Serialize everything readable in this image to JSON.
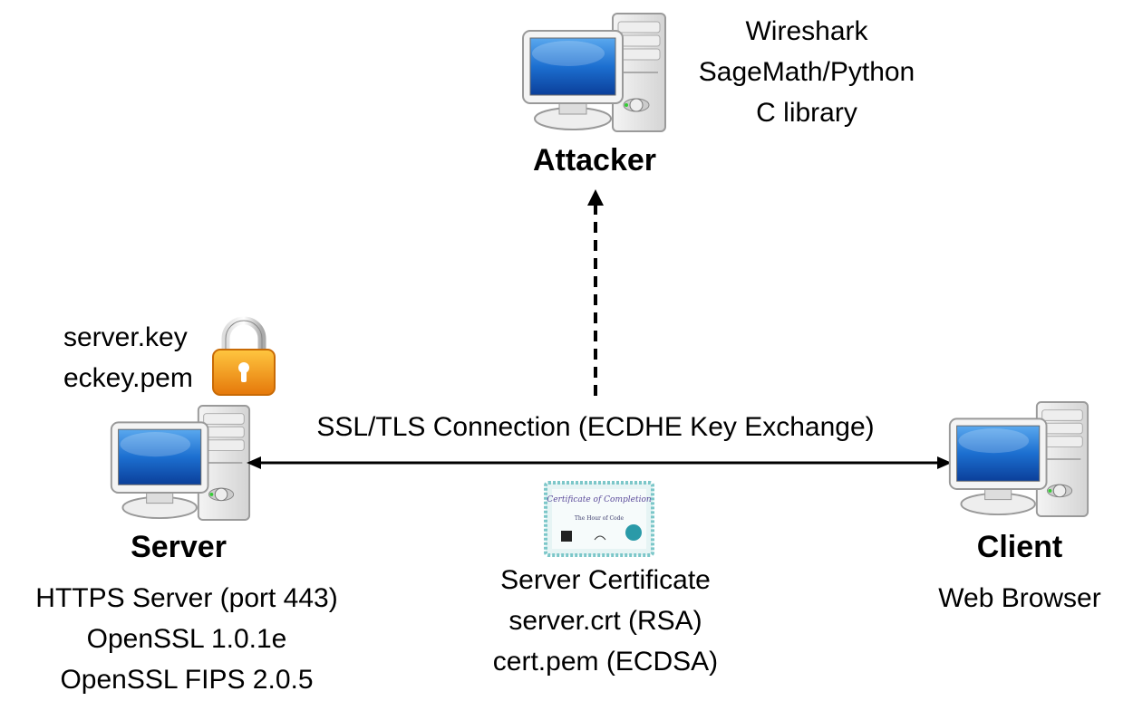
{
  "attacker": {
    "label": "Attacker",
    "tools": [
      "Wireshark",
      "SageMath/Python",
      "C library"
    ]
  },
  "server": {
    "label": "Server",
    "keys": [
      "server.key",
      "eckey.pem"
    ],
    "details": [
      "HTTPS Server (port 443)",
      "OpenSSL 1.0.1e",
      "OpenSSL FIPS 2.0.5"
    ]
  },
  "client": {
    "label": "Client",
    "details": [
      "Web Browser"
    ]
  },
  "connection": {
    "label": "SSL/TLS Connection (ECDHE Key Exchange)"
  },
  "certificate": {
    "image_text": [
      "Certificate of Completion",
      "The Hour of Code"
    ],
    "lines": [
      "Server Certificate",
      "server.crt (RSA)",
      "cert.pem (ECDSA)"
    ]
  },
  "colors": {
    "screen": "#1565c8",
    "lock": "#f29a12",
    "arrow": "#000000"
  }
}
